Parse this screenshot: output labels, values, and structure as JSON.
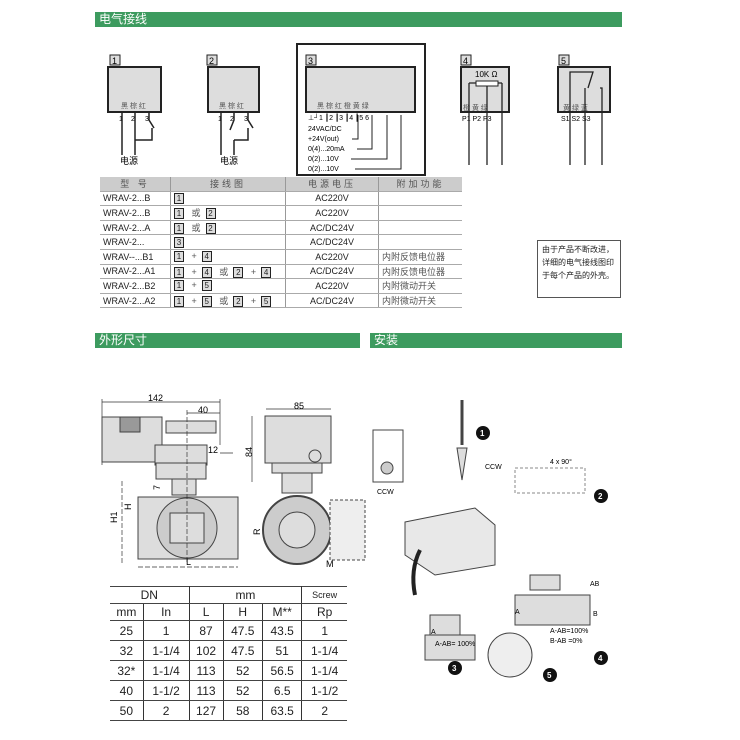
{
  "sections": {
    "wiring": "电气接线",
    "dimensions": "外形尺寸",
    "installation": "安装"
  },
  "wiring_diagrams": [
    {
      "num": "1",
      "wires": [
        "黑",
        "棕",
        "红"
      ],
      "terminals": [
        "1",
        "2",
        "3"
      ],
      "supply": "电源"
    },
    {
      "num": "2",
      "wires": [
        "黑",
        "棕",
        "红"
      ],
      "terminals": [
        "1",
        "2",
        "3"
      ],
      "supply": "电源"
    },
    {
      "num": "3",
      "wires": [
        "黑",
        "棕",
        "红",
        "橙",
        "黄",
        "绿"
      ],
      "terminals": [
        "1",
        "2",
        "3",
        "4",
        "5",
        "6"
      ],
      "signals": [
        "24VAC/DC",
        "+24V(out)",
        "0(4)...20mA",
        "0(2)...10V",
        "0(2)...10V"
      ]
    },
    {
      "num": "4",
      "resistor": "10K Ω",
      "wires": [
        "橙",
        "黄",
        "绿"
      ],
      "terminals": [
        "P1",
        "P2",
        "P3"
      ]
    },
    {
      "num": "5",
      "wires": [
        "黄",
        "绿",
        "蓝"
      ],
      "terminals": [
        "S1",
        "S2",
        "S3"
      ]
    }
  ],
  "model_table": {
    "headers": [
      "型 号",
      "接线图",
      "电源电压",
      "附加功能"
    ],
    "or": "或",
    "rows": [
      {
        "model": "WRAV-2...B",
        "diagram": [
          "1"
        ],
        "voltage": "AC220V",
        "function": ""
      },
      {
        "model": "WRAV-2...B",
        "diagram": [
          "1",
          "或",
          "2"
        ],
        "voltage": "AC220V",
        "function": ""
      },
      {
        "model": "WRAV-2...A",
        "diagram": [
          "1",
          "或",
          "2"
        ],
        "voltage": "AC/DC24V",
        "function": ""
      },
      {
        "model": "WRAV-2...",
        "diagram": [
          "3"
        ],
        "voltage": "AC/DC24V",
        "function": ""
      },
      {
        "model": "WRAV--...B1",
        "diagram": [
          "1",
          "+",
          "4"
        ],
        "voltage": "AC220V",
        "function": "内附反馈电位器"
      },
      {
        "model": "WRAV-2...A1",
        "diagram": [
          "1",
          "+",
          "4",
          "或",
          "2",
          "+",
          "4"
        ],
        "voltage": "AC/DC24V",
        "function": "内附反馈电位器"
      },
      {
        "model": "WRAV-2...B2",
        "diagram": [
          "1",
          "+",
          "5"
        ],
        "voltage": "AC220V",
        "function": "内附微动开关"
      },
      {
        "model": "WRAV-2...A2",
        "diagram": [
          "1",
          "+",
          "5",
          "或",
          "2",
          "+",
          "5"
        ],
        "voltage": "AC/DC24V",
        "function": "内附微动开关"
      }
    ]
  },
  "note": "由于产品不断改进，详细的电气接线图印于每个产品的外壳。",
  "dimension_labels": {
    "width": "142",
    "lever": "40",
    "offset": "12",
    "gap": "7",
    "depth": "85",
    "height": "84",
    "H": "H",
    "H1": "H1",
    "L": "L",
    "R": "R",
    "M": "M"
  },
  "dimension_table": {
    "group_headers": [
      "DN",
      "mm",
      "Screw"
    ],
    "headers": [
      "mm",
      "In",
      "L",
      "H",
      "M**",
      "Rp"
    ],
    "rows": [
      [
        "25",
        "1",
        "87",
        "47.5",
        "43.5",
        "1"
      ],
      [
        "32",
        "1-1/4",
        "102",
        "47.5",
        "51",
        "1-1/4"
      ],
      [
        "32*",
        "1-1/4",
        "113",
        "52",
        "56.5",
        "1-1/4"
      ],
      [
        "40",
        "1-1/2",
        "113",
        "52",
        "6.5",
        "1-1/2"
      ],
      [
        "50",
        "2",
        "127",
        "58",
        "63.5",
        "2"
      ]
    ]
  },
  "installation": {
    "steps": [
      "1",
      "2",
      "3",
      "4",
      "5"
    ],
    "ccw": "CCW",
    "rotation": "4 x 90°",
    "flow3": "A-AB= 100%",
    "flow4a": "A-AB=100%",
    "flow4b": "B-AB =0%",
    "port_a": "A",
    "port_b": "B",
    "port_ab": "AB"
  }
}
